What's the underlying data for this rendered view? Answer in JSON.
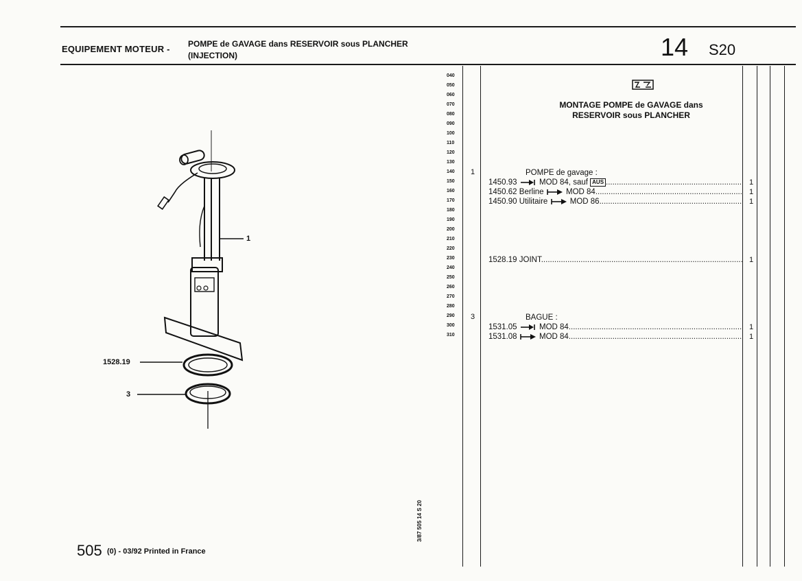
{
  "header": {
    "section": "EQUIPEMENT MOTEUR -",
    "title_line1": "POMPE de GAVAGE dans RESERVOIR sous PLANCHER",
    "title_line2": "(INJECTION)",
    "group_number": "14",
    "subgroup": "S20"
  },
  "assembly_title": {
    "line1": "MONTAGE POMPE de GAVAGE dans",
    "line2": "RESERVOIR sous PLANCHER",
    "icon": "assembly-symbol-icon"
  },
  "line_numbers": [
    "040",
    "050",
    "060",
    "070",
    "080",
    "090",
    "100",
    "110",
    "120",
    "130",
    "140",
    "150",
    "160",
    "170",
    "180",
    "190",
    "200",
    "210",
    "220",
    "230",
    "240",
    "250",
    "260",
    "270",
    "280",
    "290",
    "300",
    "310"
  ],
  "parts": [
    {
      "ref": "1",
      "label": "POMPE de gavage :",
      "code": "",
      "desc": "",
      "qty": ""
    },
    {
      "ref": "",
      "code": "1450.93",
      "desc": "MOD 84, sauf",
      "badge": "AUS",
      "arrow": "until",
      "qty": "1"
    },
    {
      "ref": "",
      "code": "1450.62",
      "desc": "Berline",
      "desc2": "MOD 84",
      "arrow": "from",
      "qty": "1"
    },
    {
      "ref": "",
      "code": "1450.90",
      "desc": "Utilitaire",
      "desc2": "MOD 86",
      "arrow": "from",
      "qty": "1"
    },
    {
      "ref": "",
      "code": "1528.19",
      "desc": "JOINT",
      "qty": "1"
    },
    {
      "ref": "3",
      "label": "BAGUE :",
      "qty": ""
    },
    {
      "ref": "",
      "code": "1531.05",
      "desc": "MOD 84",
      "arrow": "until",
      "qty": "1"
    },
    {
      "ref": "",
      "code": "1531.08",
      "desc": "MOD 84",
      "arrow": "from",
      "qty": "1"
    }
  ],
  "callouts": {
    "c1": "1",
    "c2": "1528.19",
    "c3": "3"
  },
  "footer": {
    "model": "505",
    "rest": "(0) - 03/92 Printed in France",
    "side_code": "3/87 505 14 S 20"
  }
}
